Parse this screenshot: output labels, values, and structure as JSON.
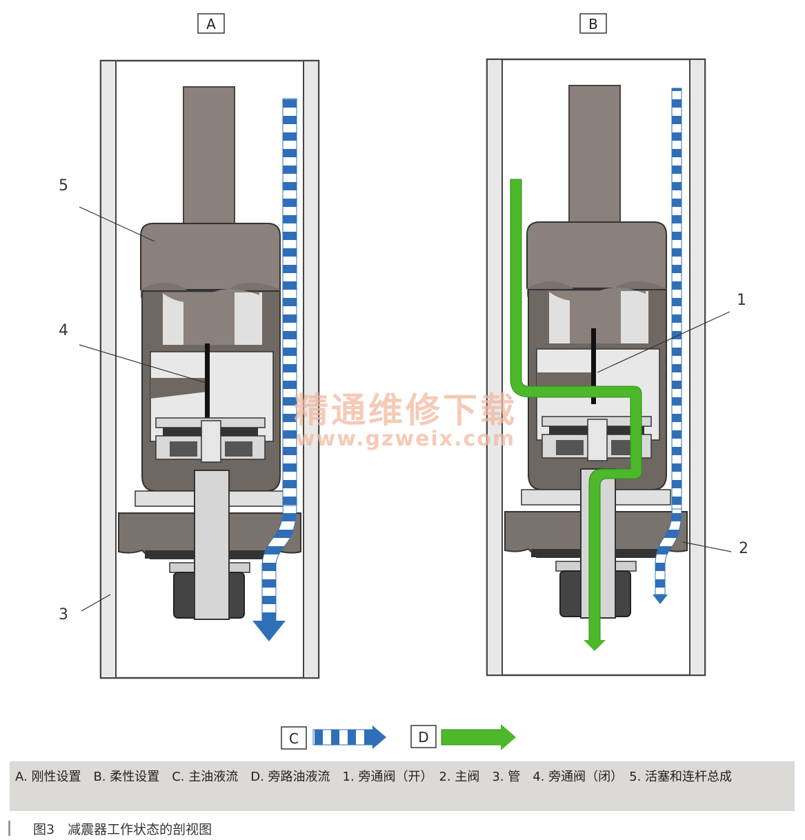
{
  "panels": {
    "a": {
      "label": "A"
    },
    "b": {
      "label": "B"
    }
  },
  "callouts": {
    "one": "1",
    "two": "2",
    "three": "3",
    "four": "4",
    "five": "5"
  },
  "legend": {
    "c_label": "C",
    "d_label": "D"
  },
  "watermark": {
    "title": "精通维修下载",
    "url": "www.gzweix.com"
  },
  "caption": {
    "text": "A. 刚性设置　B. 柔性设置　C. 主油液流　D. 旁路油液流　1. 旁通阀（开）　2. 主阀　3. 管　4. 旁通阀（闭）　5. 活塞和连杆总成"
  },
  "figure_title": "图3　减震器工作状态的剖视图",
  "colors": {
    "main_flow": "#2f6fb8",
    "bypass_flow": "#4cb82a",
    "piston": "#8a817c",
    "body": "#6f6762",
    "watermark": "#f2b9a0"
  }
}
